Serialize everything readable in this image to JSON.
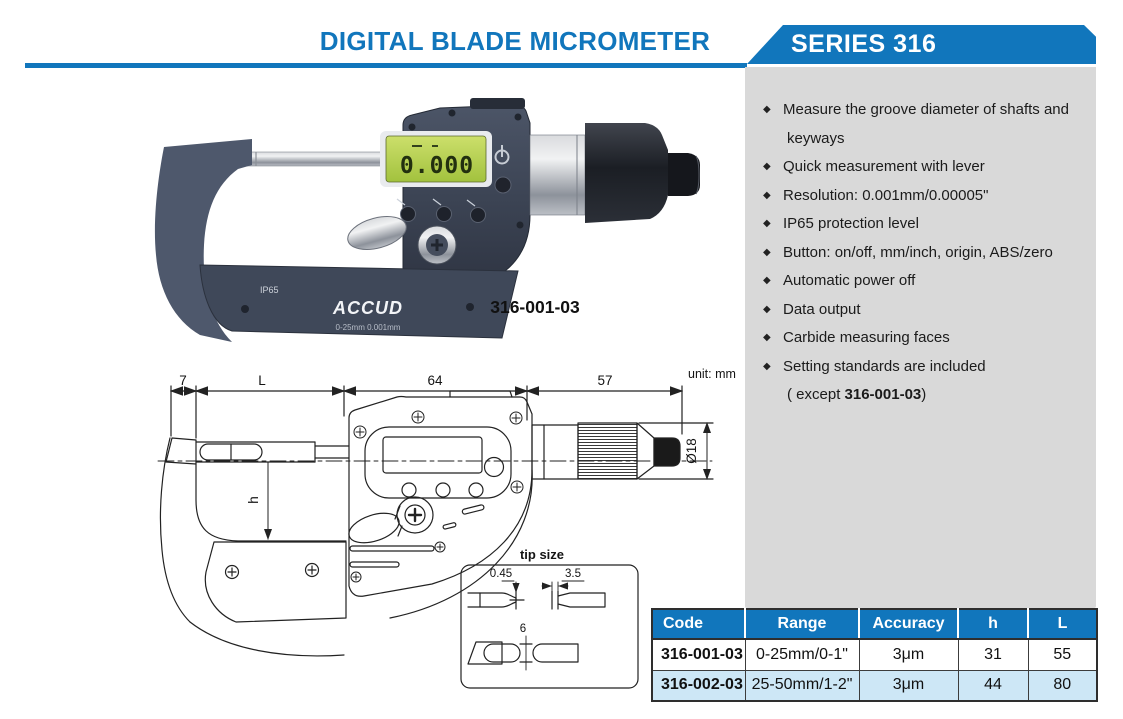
{
  "header": {
    "title": "DIGITAL BLADE MICROMETER",
    "series_badge": "SERIES 316",
    "accent_color": "#1176bc"
  },
  "features": {
    "bullet_icon": "◆",
    "items": [
      {
        "line1": "Measure the groove diameter of shafts and",
        "line2": "keyways"
      },
      {
        "line1": "Quick measurement with lever"
      },
      {
        "line1": "Resolution: 0.001mm/0.00005\""
      },
      {
        "line1": "IP65 protection level"
      },
      {
        "line1": "Button: on/off, mm/inch, origin, ABS/zero"
      },
      {
        "line1": "Automatic power off"
      },
      {
        "line1": "Data output"
      },
      {
        "line1": "Carbide measuring faces"
      },
      {
        "line1": "Setting standards are included"
      }
    ],
    "exception_note": {
      "prefix": "( except ",
      "code": "316-001-03",
      "suffix": ")"
    }
  },
  "photo": {
    "model_label": "316-001-03",
    "lcd_value": "0.000",
    "ip_rating": "IP65",
    "brand": "ACCUD",
    "range_text": "0-25mm  0.001mm"
  },
  "drawing": {
    "unit_label": "unit: mm",
    "dim_7": "7",
    "dim_L": "L",
    "dim_64": "64",
    "dim_57": "57",
    "dim_dia": "Ø18",
    "dim_h": "h",
    "tip_box": {
      "title": "tip size",
      "dim_a": "0.45",
      "dim_b": "3.5",
      "dim_c": "6"
    }
  },
  "spec_table": {
    "columns": [
      "Code",
      "Range",
      "Accuracy",
      "h",
      "L"
    ],
    "rows": [
      {
        "code": "316-001-03",
        "range": "0-25mm/0-1\"",
        "accuracy": "3μm",
        "h": "31",
        "l": "55"
      },
      {
        "code": "316-002-03",
        "range": "25-50mm/1-2\"",
        "accuracy": "3μm",
        "h": "44",
        "l": "80"
      }
    ]
  }
}
